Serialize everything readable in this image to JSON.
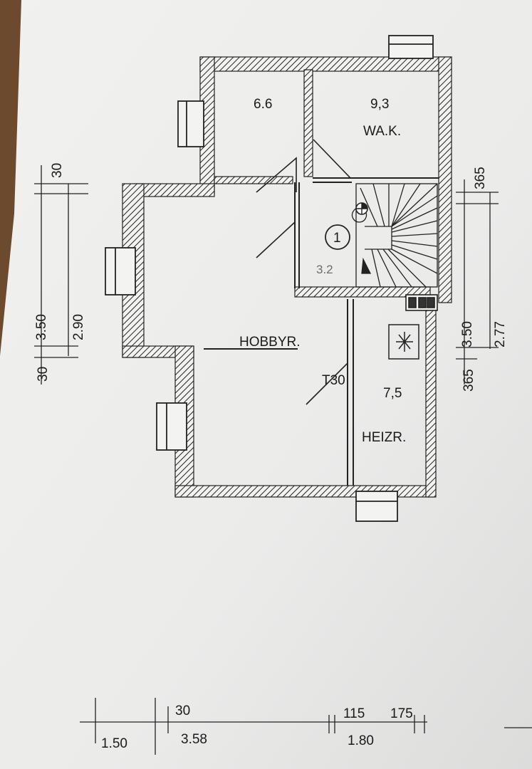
{
  "plan": {
    "rooms": {
      "wak": {
        "label": "WA.K.",
        "area": "9,3"
      },
      "small_room": {
        "area": "6.6"
      },
      "hobby": {
        "label": "HOBBYR."
      },
      "stair": {
        "marker": "1",
        "area": "3.2"
      },
      "heiz": {
        "label": "HEIZR.",
        "area": "7,5",
        "door_label": "T30"
      }
    },
    "dimensions_left": [
      "30",
      "3.50",
      "2.90",
      "30"
    ],
    "dimensions_right": [
      "365",
      "3.50",
      "2.77",
      "365"
    ],
    "dimensions_bottom_top": [
      "30",
      "115",
      "175"
    ],
    "dimensions_bottom": [
      "1.50",
      "3.58",
      "1.80"
    ]
  },
  "colors": {
    "paper": "#efefed",
    "wood": "#6b4a2e",
    "ink": "#1a1a1a"
  }
}
